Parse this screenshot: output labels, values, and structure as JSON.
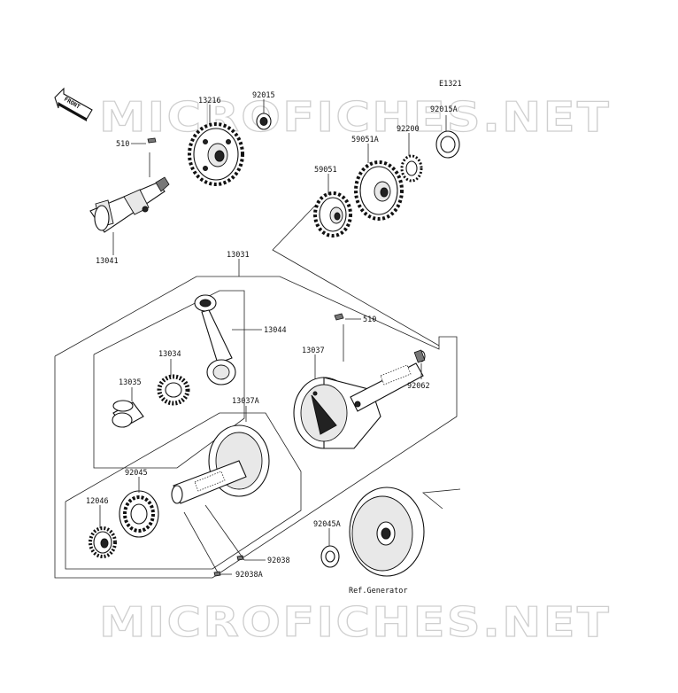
{
  "diagram": {
    "ref_code": "E1321",
    "watermark": "MICROFICHES.NET",
    "front_label": "FRONT",
    "ref_note": "Ref.Generator",
    "labels": {
      "p13216": "13216",
      "p92015": "92015",
      "p510_top": "510",
      "p13041": "13041",
      "p92015A": "92015A",
      "p92200": "92200",
      "p59051A": "59051A",
      "p59051": "59051",
      "p13031": "13031",
      "p510_mid": "510",
      "p13044": "13044",
      "p13034": "13034",
      "p13035": "13035",
      "p13037": "13037",
      "p92062": "92062",
      "p13037A": "13037A",
      "p92045": "92045",
      "p12046": "12046",
      "p92045A": "92045A",
      "p92038": "92038",
      "p92038A": "92038A"
    }
  }
}
